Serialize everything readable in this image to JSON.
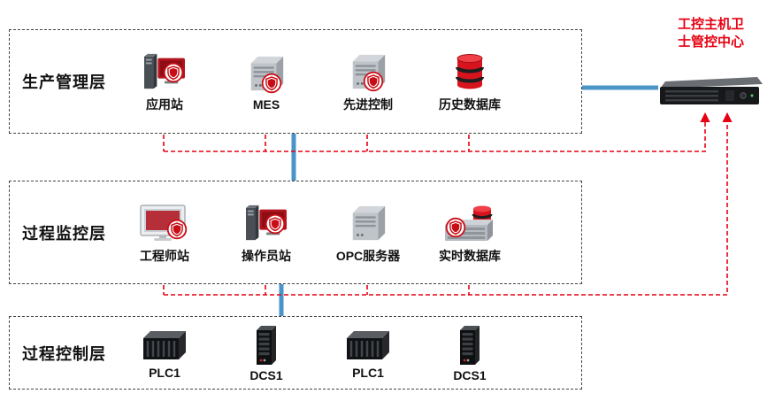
{
  "colors": {
    "accent_red": "#e60012",
    "line_blue": "#4a94c8",
    "box_border": "#444444",
    "text_dark": "#111111"
  },
  "management_center": {
    "title_line1": "工控主机卫",
    "title_line2": "士管控中心",
    "icon": "rack-server-icon"
  },
  "layers": [
    {
      "title": "生产管理层",
      "items": [
        {
          "label": "应用站",
          "icon": "workstation-shield-icon"
        },
        {
          "label": "MES",
          "icon": "server-shield-icon"
        },
        {
          "label": "先进控制",
          "icon": "server-shield-icon"
        },
        {
          "label": "历史数据库",
          "icon": "database-icon"
        }
      ]
    },
    {
      "title": "过程监控层",
      "items": [
        {
          "label": "工程师站",
          "icon": "monitor-shield-icon"
        },
        {
          "label": "操作员站",
          "icon": "workstation-shield-icon"
        },
        {
          "label": "OPC服务器",
          "icon": "server-icon"
        },
        {
          "label": "实时数据库",
          "icon": "server-database-shield-icon"
        }
      ]
    },
    {
      "title": "过程控制层",
      "items": [
        {
          "label": "PLC1",
          "icon": "plc-icon"
        },
        {
          "label": "DCS1",
          "icon": "dcs-rack-icon"
        },
        {
          "label": "PLC1",
          "icon": "plc-icon"
        },
        {
          "label": "DCS1",
          "icon": "dcs-rack-icon"
        }
      ]
    }
  ]
}
